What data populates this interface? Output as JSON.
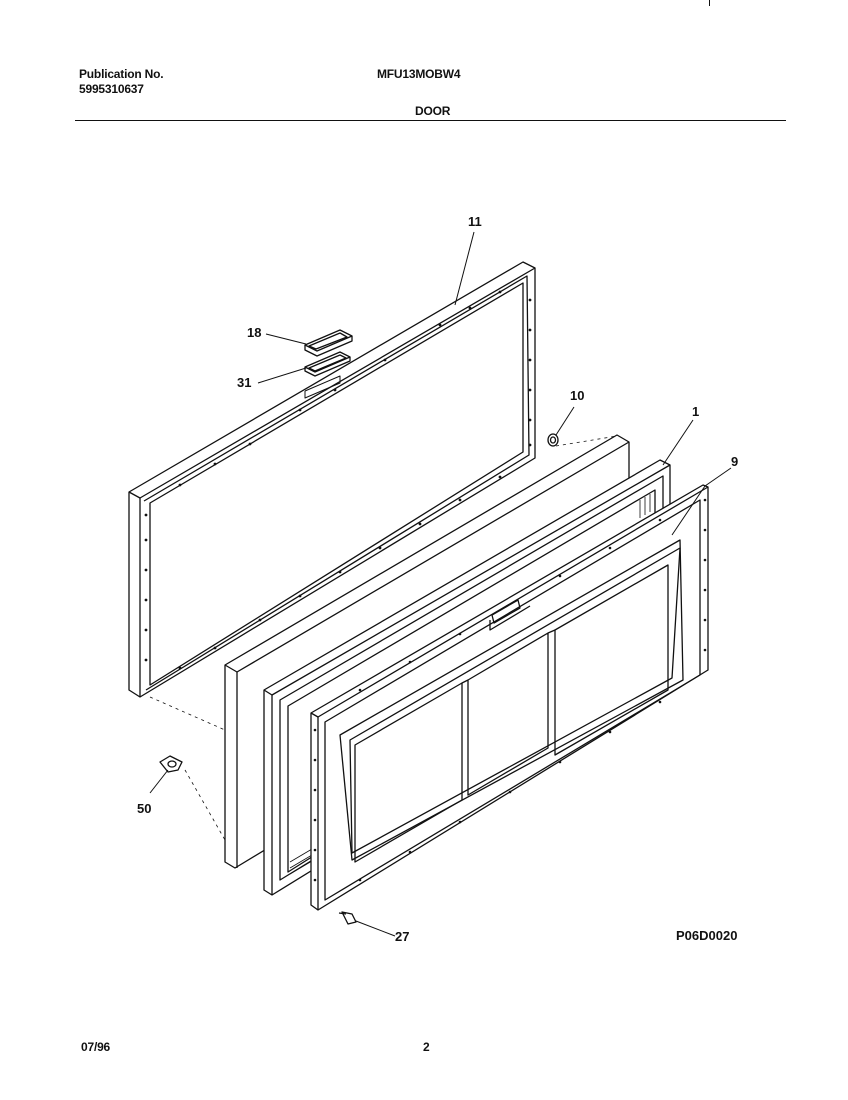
{
  "header": {
    "publication_label": "Publication No.",
    "publication_number": "5995310637",
    "model": "MFU13MOBW4",
    "section_title": "DOOR"
  },
  "callouts": {
    "c11": "11",
    "c18": "18",
    "c31": "31",
    "c10": "10",
    "c1": "1",
    "c9": "9",
    "c50": "50",
    "c27": "27"
  },
  "drawing_code": "P06D0020",
  "footer": {
    "date": "07/96",
    "page": "2"
  }
}
